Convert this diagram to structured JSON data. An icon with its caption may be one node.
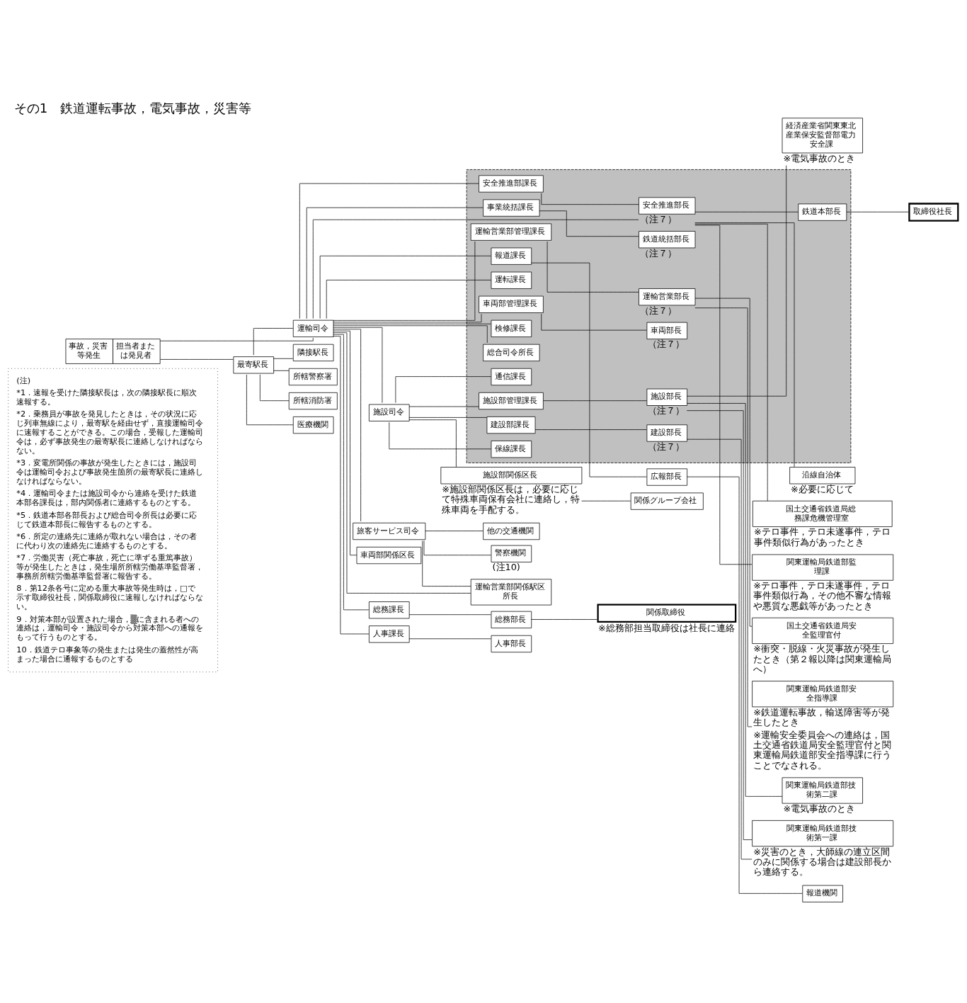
{
  "diagram": {
    "title": "その1　鉄道運転事故，電気事故，災害等",
    "nodes": [
      {
        "text": [
          "(注)",
          "*1．速報を受けた隣接駅長は，次の隣接駅長に順次速報する。",
          "*2．乗務員が事故を発見したときは，その状況に応じ列車無線により，最寄駅を経由せず，直接運輸司令に速報することができる。この場合，受報した運輸司令は，必ず事故発生の最寄駅長に連絡しなければならない。",
          "*3．変電所関係の事故が発生したときには，施設司令は運輸司令および事故発生箇所の最寄駅長に連絡しなければならない。",
          "*4．運輸司令または施設司令から連絡を受けた鉄道本部各課長は，部内関係者に連絡するものとする。",
          "*5．鉄道本部各部長および総合司令所長は必要に応じて鉄道本部長に報告するものとする。",
          "*6．所定の連絡先に連絡が取れない場合は，その者に代わり次の連絡先に連絡するものとする。",
          "*7．労働災害（死亡事故，死亡に準ずる重篤事故）等が発生したときは，発生場所所轄労働基準監督署，事務所所轄労働基準監督署に報告する。",
          "8．第12条各号に定める重大事故等発生時は，□で示す取締役社長，関係取締役に速報しなければならない。",
          "9．対策本部が設置された場合，▒に含まれる者への連絡は，運輸司令・施設司令から対策本部への通報をもって行うものとする。",
          "10．鉄道テロ事象等の発生または発生の蓋然性が高まった場合に通報するものとする"
        ]
      },
      {
        "text": [
          "事故，災害等発生",
          "担当者または発見者"
        ]
      },
      {
        "text": [
          "隣接駅長"
        ]
      },
      {
        "text": [
          "最寄駅長"
        ]
      },
      {
        "text": [
          "運輸司令"
        ]
      },
      {
        "text": [
          "所轄警察署"
        ]
      },
      {
        "text": [
          "所轄消防署"
        ]
      },
      {
        "text": [
          "医療機関"
        ]
      },
      {
        "text": [],
        "shape": "band"
      },
      {
        "text": [
          "総合司令所長"
        ],
        "in": 8
      },
      {
        "text": [
          "旅客サービス司令"
        ]
      },
      {
        "text": [
          "警察機関"
        ],
        "beside": [
          "(注10)"
        ]
      },
      {
        "text": [
          "他の交通機関"
        ]
      },
      {
        "text": [
          "運輸営業部関係駅区所長"
        ]
      },
      {
        "text": [
          "車両部関係区長"
        ]
      },
      {
        "text": [
          "施設司令"
        ]
      },
      {
        "text": [
          "施設部関係区長"
        ],
        "beside": [
          "※施設部関係区長は，必要に応じて特殊車両保有会社に連絡し，特殊車両を手配する。"
        ]
      },
      {
        "text": [
          "関係グループ会社"
        ]
      },
      {
        "text": [
          "報道課長"
        ],
        "in": 8
      },
      {
        "text": [
          "広報部長"
        ]
      },
      {
        "text": [
          "報道機関"
        ]
      },
      {
        "text": [
          "総務課長"
        ]
      },
      {
        "text": [
          "総務部長"
        ]
      },
      {
        "text": [
          "関係取締役"
        ],
        "beside": [
          "※総務部担当取締役は社長に連絡"
        ]
      },
      {
        "text": [
          "人事課長"
        ]
      },
      {
        "text": [
          "人事部長"
        ]
      },
      {
        "text": [
          "沿線自治体"
        ],
        "beside": [
          "※必要に応じて"
        ]
      },
      {
        "text": [
          "国土交通省鉄道局総務課危機管理室"
        ],
        "beside": [
          "※テロ事件，テロ未遂事件，テロ事件類似行為があったとき"
        ]
      },
      {
        "text": [
          "関東運輸局鉄道部監理課"
        ],
        "beside": [
          "※テロ事件，テロ未遂事件，テロ事件類似行為，その他不審な情報や悪質な悪戯等があったとき"
        ]
      },
      {
        "text": [
          "安全推進部課長"
        ],
        "in": 8
      },
      {
        "text": [
          "安全推進部長"
        ],
        "in": 8,
        "beside": [
          "（注７）"
        ]
      },
      {
        "text": [
          "鉄道本部長"
        ],
        "in": 8
      },
      {
        "text": [
          "取締役社長"
        ]
      },
      {
        "text": [
          "事業統括課長"
        ],
        "in": 8
      },
      {
        "text": [
          "鉄道統括部長"
        ],
        "in": 8,
        "beside": [
          "（注７）"
        ]
      },
      {
        "text": [
          "国土交通省鉄道局安全監理官付"
        ],
        "beside": [
          "※衝突・脱線・火災事故が発生したとき（第２報以降は関東運輸局へ）"
        ]
      },
      {
        "text": [
          "運輸営業部管理課長"
        ],
        "in": 8
      },
      {
        "text": [
          "運輸営業部長"
        ],
        "in": 8,
        "beside": [
          "（注７）"
        ]
      },
      {
        "text": [
          "関東運輸局鉄道部安全指導課"
        ],
        "beside": [
          "※鉄道運転事故，輸送障害等が発生したとき",
          "※運輸安全委員会への連絡は，国土交通省鉄道局安全監理官付と関東運輸局鉄道部安全指導課に行うことでなされる。"
        ]
      },
      {
        "text": [
          "運転課長"
        ],
        "in": 8
      },
      {
        "text": [
          "車両部管理課長"
        ],
        "in": 8
      },
      {
        "text": [
          "車両部長"
        ],
        "in": 8,
        "beside": [
          "（注７）"
        ]
      },
      {
        "text": [
          "検修課長"
        ],
        "in": 8
      },
      {
        "text": [
          "建設部課長"
        ],
        "in": 8
      },
      {
        "text": [
          "建設部長"
        ],
        "in": 8,
        "beside": [
          "（注７）"
        ]
      },
      {
        "text": [
          "関東運輸局鉄道部技術第一課"
        ],
        "beside": [
          "※災害のとき，大師線の連立区間のみに関係する場合は建設部長から連絡する。"
        ]
      },
      {
        "text": [
          "施設部管理課長"
        ],
        "in": 8
      },
      {
        "text": [
          "施設部長"
        ],
        "in": 8,
        "beside": [
          "（注７）"
        ]
      },
      {
        "text": [
          "関東運輸局鉄道部技術第二課"
        ],
        "beside": [
          "※電気事故のとき"
        ]
      },
      {
        "text": [
          "経済産業省関東東北産業保安監督部電力安全課"
        ],
        "beside": [
          "※電気事故のとき"
        ]
      },
      {
        "text": [
          "保線課長"
        ],
        "in": 8
      },
      {
        "text": [
          "通信課長"
        ],
        "in": 8
      }
    ],
    "edges": [
      {
        "from": 1,
        "to": 3,
        "arrow": "none"
      },
      {
        "from": 1,
        "to": 4,
        "arrow": "none"
      },
      {
        "from": 3,
        "to": 4,
        "arrow": "none"
      },
      {
        "from": 3,
        "to": 2,
        "arrow": "none"
      },
      {
        "from": 3,
        "to": 5,
        "arrow": "none"
      },
      {
        "from": 3,
        "to": 6,
        "arrow": "none"
      },
      {
        "from": 3,
        "to": 7,
        "arrow": "none"
      },
      {
        "from": 4,
        "to": 9,
        "arrow": "none"
      },
      {
        "from": 4,
        "to": 10,
        "arrow": "none"
      },
      {
        "from": 4,
        "to": 15,
        "arrow": "none"
      },
      {
        "from": 4,
        "to": 13,
        "arrow": "none"
      },
      {
        "from": 4,
        "to": 14,
        "arrow": "none"
      },
      {
        "from": 10,
        "to": 11,
        "arrow": "none"
      },
      {
        "from": 10,
        "to": 12,
        "arrow": "none"
      },
      {
        "from": 10,
        "to": 13,
        "arrow": "none"
      },
      {
        "from": 4,
        "to": 18,
        "arrow": "none"
      },
      {
        "from": 4,
        "to": 21,
        "arrow": "none"
      },
      {
        "from": 4,
        "to": 24,
        "arrow": "none"
      },
      {
        "from": 4,
        "to": 29,
        "arrow": "none"
      },
      {
        "from": 4,
        "to": 30,
        "arrow": "none"
      },
      {
        "from": 4,
        "to": 33,
        "arrow": "none"
      },
      {
        "from": 4,
        "to": 36,
        "arrow": "none"
      },
      {
        "from": 4,
        "to": 39,
        "arrow": "none"
      },
      {
        "from": 4,
        "to": 40,
        "arrow": "none"
      },
      {
        "from": 4,
        "to": 42,
        "arrow": "none"
      },
      {
        "from": 18,
        "to": 19,
        "arrow": "none"
      },
      {
        "from": 19,
        "to": 20,
        "arrow": "none"
      },
      {
        "from": 21,
        "to": 22,
        "arrow": "none"
      },
      {
        "from": 22,
        "to": 23,
        "arrow": "none"
      },
      {
        "from": 24,
        "to": 25,
        "arrow": "none"
      },
      {
        "from": 29,
        "to": 30,
        "arrow": "none"
      },
      {
        "from": 30,
        "to": 31,
        "arrow": "none"
      },
      {
        "from": 31,
        "to": 32,
        "arrow": "none"
      },
      {
        "from": 30,
        "to": 26,
        "arrow": "none"
      },
      {
        "from": 30,
        "to": 27,
        "arrow": "none"
      },
      {
        "from": 30,
        "to": 28,
        "arrow": "none"
      },
      {
        "from": 33,
        "to": 34,
        "arrow": "none"
      },
      {
        "from": 36,
        "to": 37,
        "arrow": "none"
      },
      {
        "from": 37,
        "to": 35,
        "arrow": "none"
      },
      {
        "from": 37,
        "to": 38,
        "arrow": "none"
      },
      {
        "from": 40,
        "to": 41,
        "arrow": "none"
      },
      {
        "from": 15,
        "to": 43,
        "arrow": "none"
      },
      {
        "from": 15,
        "to": 16,
        "arrow": "none"
      },
      {
        "from": 15,
        "to": 50,
        "arrow": "none"
      },
      {
        "from": 15,
        "to": 46,
        "arrow": "none"
      },
      {
        "from": 15,
        "to": 51,
        "arrow": "none"
      },
      {
        "from": 16,
        "to": 17,
        "arrow": "none"
      },
      {
        "from": 43,
        "to": 44,
        "arrow": "none"
      },
      {
        "from": 44,
        "to": 45,
        "arrow": "none"
      },
      {
        "from": 46,
        "to": 47,
        "arrow": "none"
      },
      {
        "from": 47,
        "to": 45,
        "arrow": "none"
      },
      {
        "from": 47,
        "to": 48,
        "arrow": "none"
      },
      {
        "from": 47,
        "to": 49,
        "arrow": "none"
      }
    ]
  }
}
